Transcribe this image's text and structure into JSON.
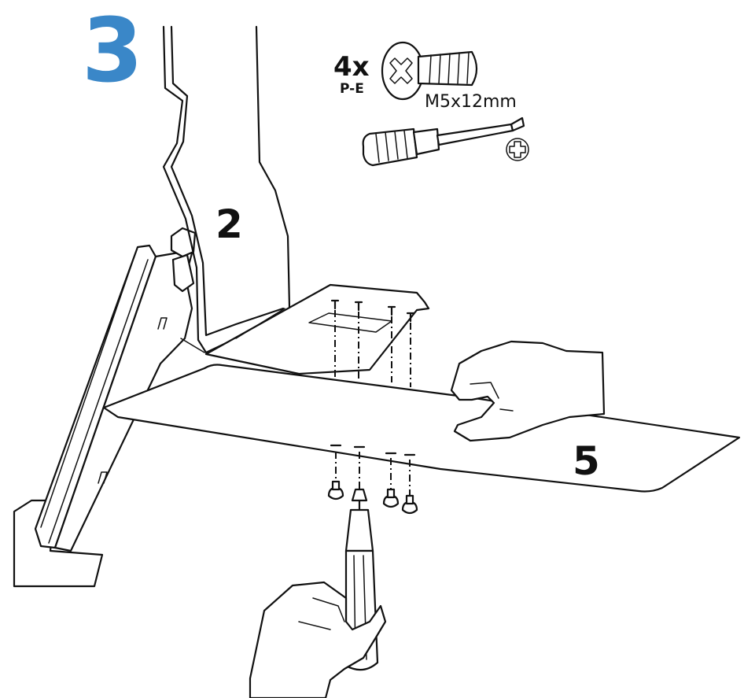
{
  "step": {
    "number": "3",
    "color": "#3a87c8"
  },
  "parts": {
    "upright_label": "2",
    "base_label": "5"
  },
  "fastener": {
    "quantity": "4x",
    "code": "P-E",
    "size": "M5x12mm",
    "icon": "phillips-screw-icon"
  },
  "tool": {
    "icon": "phillips-screwdriver-icon",
    "tip_icon": "phillips-head-symbol-icon"
  }
}
